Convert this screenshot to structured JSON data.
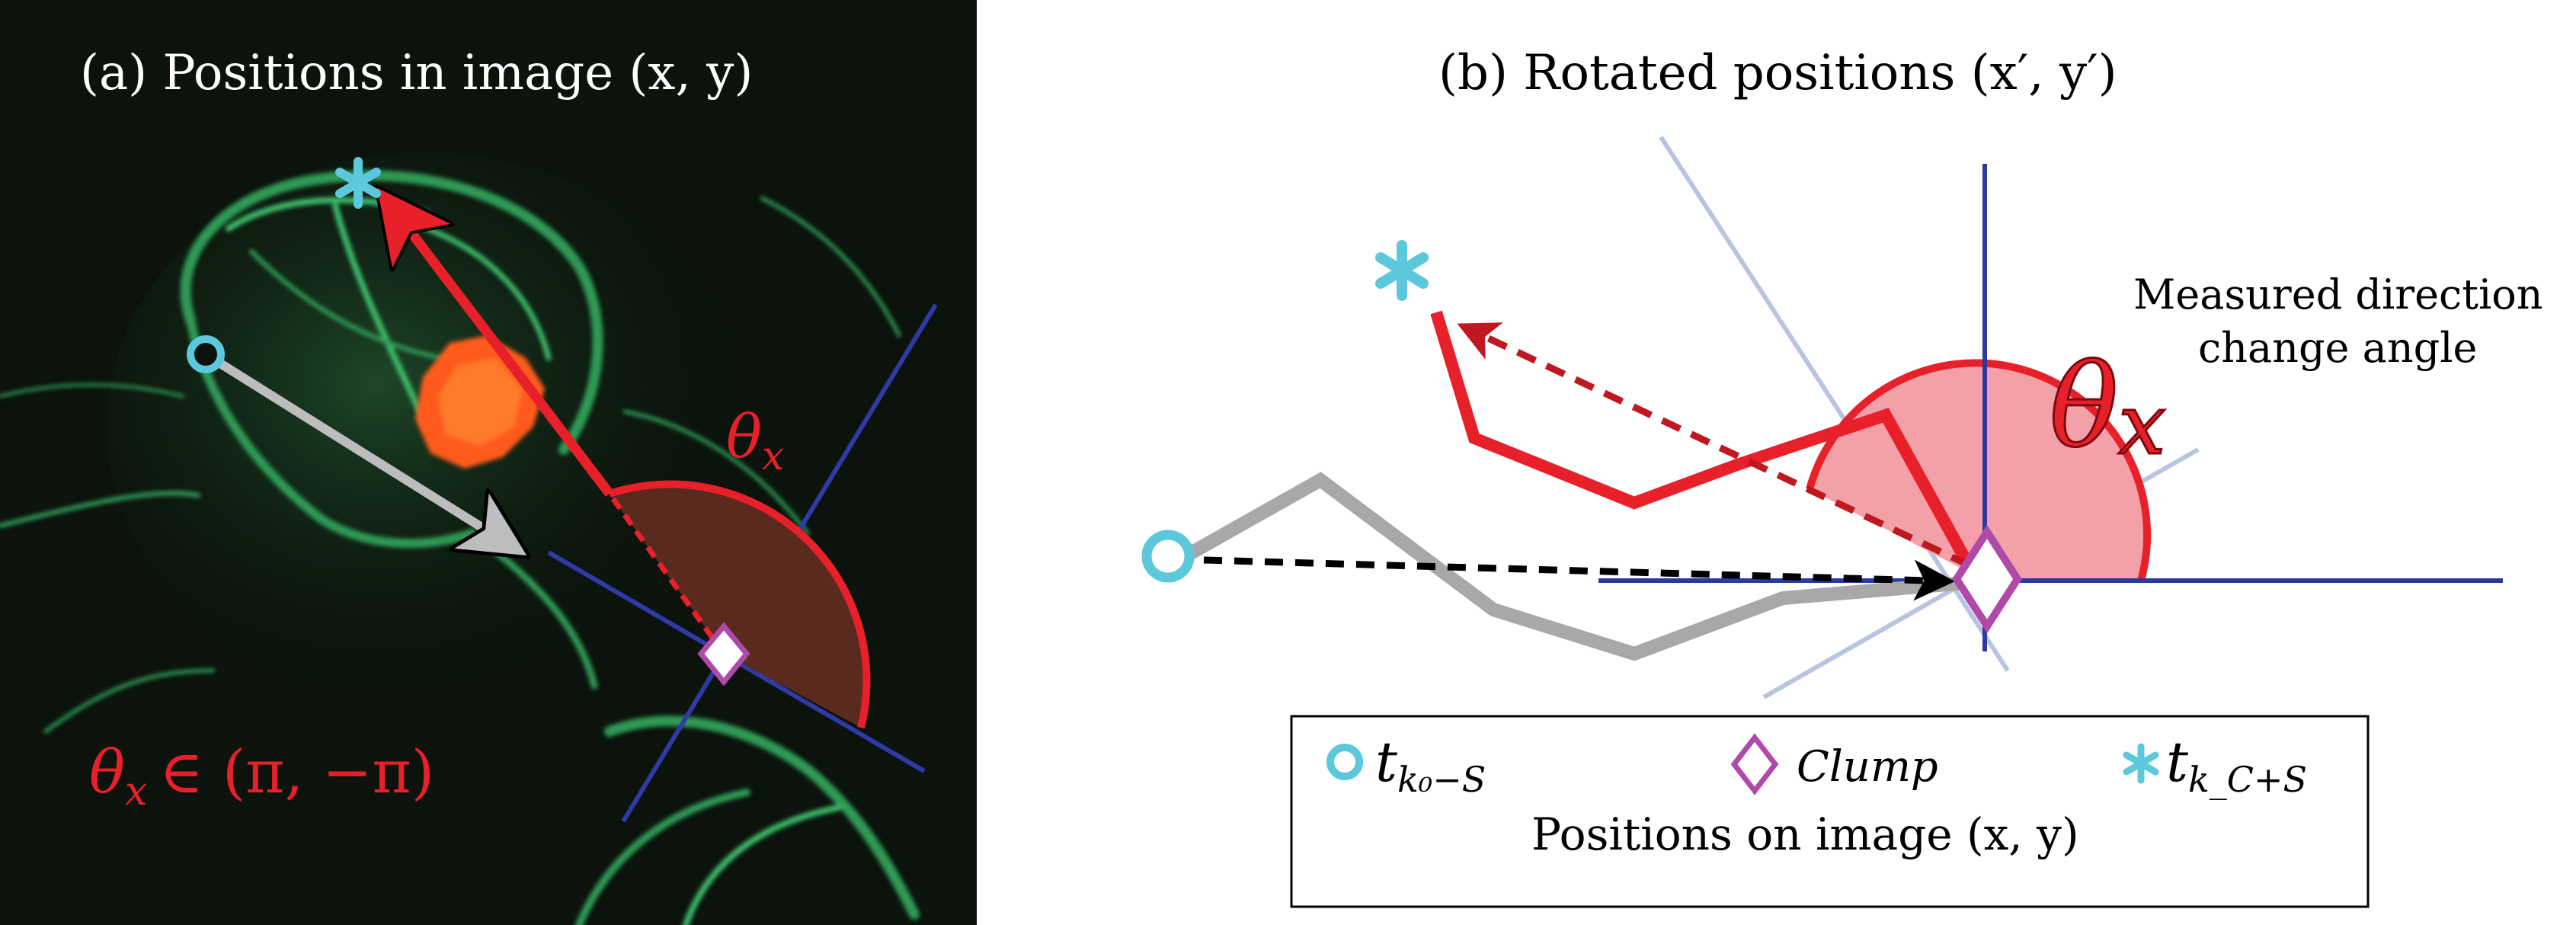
{
  "panel_a": {
    "title": "(a) Positions in image (x, y)",
    "theta_label": "θ",
    "theta_sub": "x",
    "range_label": "θ",
    "range_sub": "x",
    "range_rest": "∈ (π, −π)"
  },
  "panel_b": {
    "title": "(b) Rotated positions (x′, y′)",
    "annotation_line1": "Measured direction",
    "annotation_line2": "change angle",
    "theta_label": "θ",
    "theta_sub": "x"
  },
  "legend": {
    "start_label": "t",
    "start_sub": "k₀−S",
    "clump_label": "Clump",
    "end_label": "t",
    "end_sub": "k_C+S",
    "caption": "Positions on image (x, y)"
  },
  "colors": {
    "red": "#e8202a",
    "dark_red": "#c01820",
    "cyan": "#5bc8dc",
    "magenta": "#b04aa8",
    "axis_blue": "#2a3aa0",
    "light_blue": "#b8c4e0",
    "gray": "#a8a8a8",
    "pink_fill": "#f4a0a8",
    "brown_fill": "#5a2a1e",
    "green_fiber": "#2f9a55"
  },
  "icons": [
    "start-circle-icon",
    "clump-diamond-icon",
    "end-asterisk-icon"
  ]
}
